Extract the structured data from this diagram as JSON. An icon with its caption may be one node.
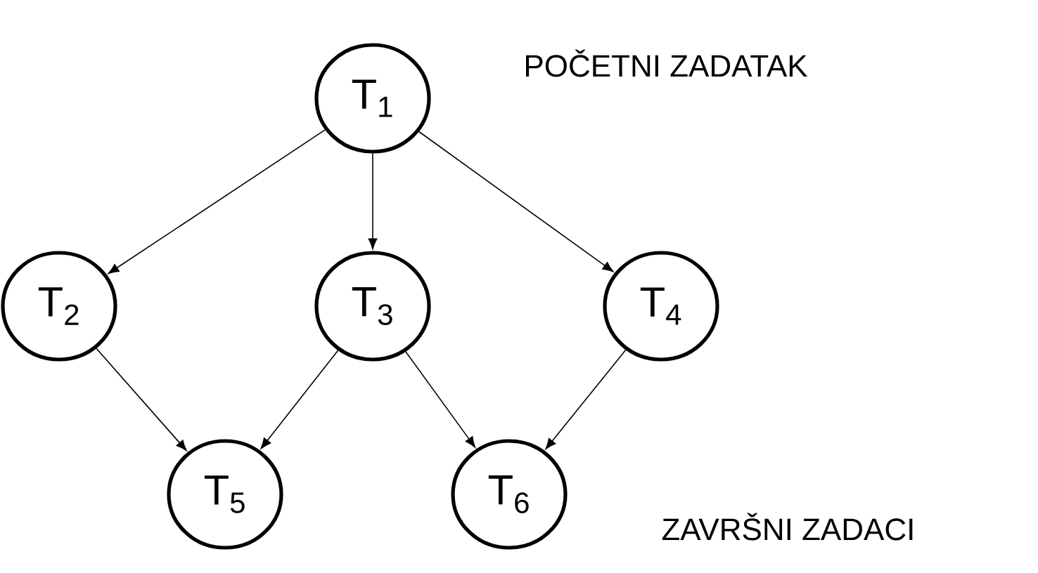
{
  "diagram": {
    "nodes": [
      {
        "text": [
          "T$_{1}$"
        ]
      },
      {
        "text": [
          "T$_{2}$"
        ]
      },
      {
        "text": [
          "T$_{3}$"
        ]
      },
      {
        "text": [
          "T$_{4}$"
        ]
      },
      {
        "text": [
          "T$_{5}$"
        ]
      },
      {
        "text": [
          "T$_{6}$"
        ]
      }
    ],
    "edges": [
      {
        "from": 0,
        "to": 1,
        "arrow": "to"
      },
      {
        "from": 0,
        "to": 2,
        "arrow": "to"
      },
      {
        "from": 0,
        "to": 3,
        "arrow": "to"
      },
      {
        "from": 1,
        "to": 4,
        "arrow": "to"
      },
      {
        "from": 2,
        "to": 4,
        "arrow": "to"
      },
      {
        "from": 2,
        "to": 5,
        "arrow": "to"
      },
      {
        "from": 3,
        "to": 5,
        "arrow": "to"
      }
    ],
    "labels": [
      "POČETNI ZADATAK",
      "ZAVRŠNI ZADACI"
    ]
  }
}
